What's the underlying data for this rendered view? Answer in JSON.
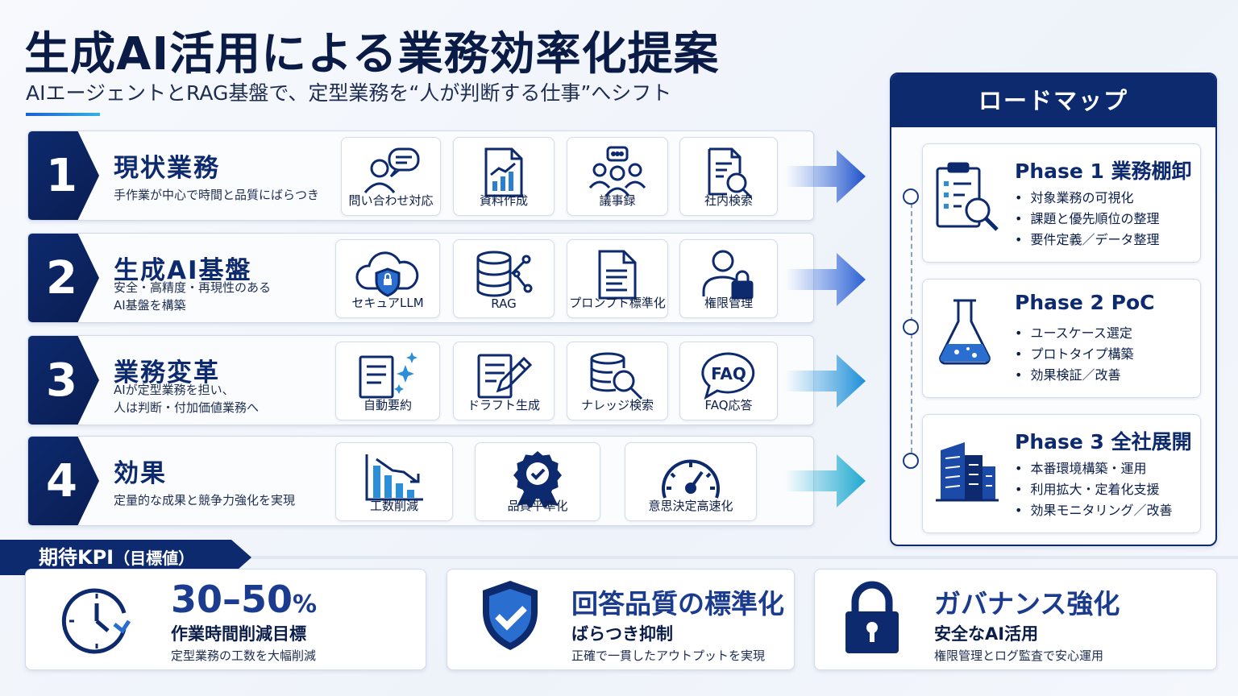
{
  "header": {
    "title": "生成AI活用による業務効率化提案",
    "subtitle": "AIエージェントとRAG基盤で、定型業務を“人が判断する仕事”へシフト"
  },
  "rows": [
    {
      "num": "1",
      "title": "現状業務",
      "desc": [
        "手作業が中心で時間と品質にばらつき"
      ],
      "items": [
        {
          "label": "問い合わせ対応",
          "icon": "support-chat-icon"
        },
        {
          "label": "資料作成",
          "icon": "document-chart-icon"
        },
        {
          "label": "議事録",
          "icon": "meeting-icon"
        },
        {
          "label": "社内検索",
          "icon": "document-search-icon"
        }
      ]
    },
    {
      "num": "2",
      "title": "生成AI基盤",
      "desc": [
        "安全・高精度・再現性のある",
        "AI基盤を構築"
      ],
      "items": [
        {
          "label": "セキュアLLM",
          "icon": "cloud-shield-icon"
        },
        {
          "label": "RAG",
          "icon": "database-network-icon"
        },
        {
          "label": "プロンプト標準化",
          "icon": "prompt-document-icon"
        },
        {
          "label": "権限管理",
          "icon": "user-lock-icon"
        }
      ]
    },
    {
      "num": "3",
      "title": "業務変革",
      "desc": [
        "AIが定型業務を担い、",
        "人は判断・付加価値業務へ"
      ],
      "items": [
        {
          "label": "自動要約",
          "icon": "sparkle-document-icon"
        },
        {
          "label": "ドラフト生成",
          "icon": "pen-document-icon"
        },
        {
          "label": "ナレッジ検索",
          "icon": "database-search-icon"
        },
        {
          "label": "FAQ応答",
          "icon": "faq-bubble-icon"
        }
      ]
    },
    {
      "num": "4",
      "title": "効果",
      "desc": [
        "定量的な成果と競争力強化を実現"
      ],
      "items": [
        {
          "label": "工数削減",
          "icon": "chart-down-icon"
        },
        {
          "label": "品質平準化",
          "icon": "badge-check-icon"
        },
        {
          "label": "意思決定高速化",
          "icon": "speedometer-icon"
        }
      ]
    }
  ],
  "roadmap": {
    "title": "ロードマップ",
    "phases": [
      {
        "title": "Phase 1 業務棚卸",
        "items": [
          "対象業務の可視化",
          "課題と優先順位の整理",
          "要件定義／データ整理"
        ],
        "icon": "clipboard-search-icon"
      },
      {
        "title": "Phase 2 PoC",
        "items": [
          "ユースケース選定",
          "プロトタイプ構築",
          "効果検証／改善"
        ],
        "icon": "flask-icon"
      },
      {
        "title": "Phase 3 全社展開",
        "items": [
          "本番環境構築・運用",
          "利用拡大・定着化支援",
          "効果モニタリング／改善"
        ],
        "icon": "buildings-icon"
      }
    ]
  },
  "kpi": {
    "tag": "期待KPI",
    "tag_sub": "（目標値）",
    "cards": [
      {
        "main": "30–50",
        "unit": "%",
        "sub": "作業時間削減目標",
        "note": "定型業務の工数を大幅削減",
        "icon": "clock-icon"
      },
      {
        "main": "回答品質の標準化",
        "sub": "ばらつき抑制",
        "note": "正確で一貫したアウトプットを実現",
        "icon": "shield-check-icon"
      },
      {
        "main": "ガバナンス強化",
        "sub": "安全なAI活用",
        "note": "権限管理とログ監査で安心運用",
        "icon": "padlock-icon"
      }
    ]
  },
  "colors": {
    "navy": "#0d2a6e",
    "blue": "#1d5fd6",
    "cyan": "#2bb3d9"
  }
}
